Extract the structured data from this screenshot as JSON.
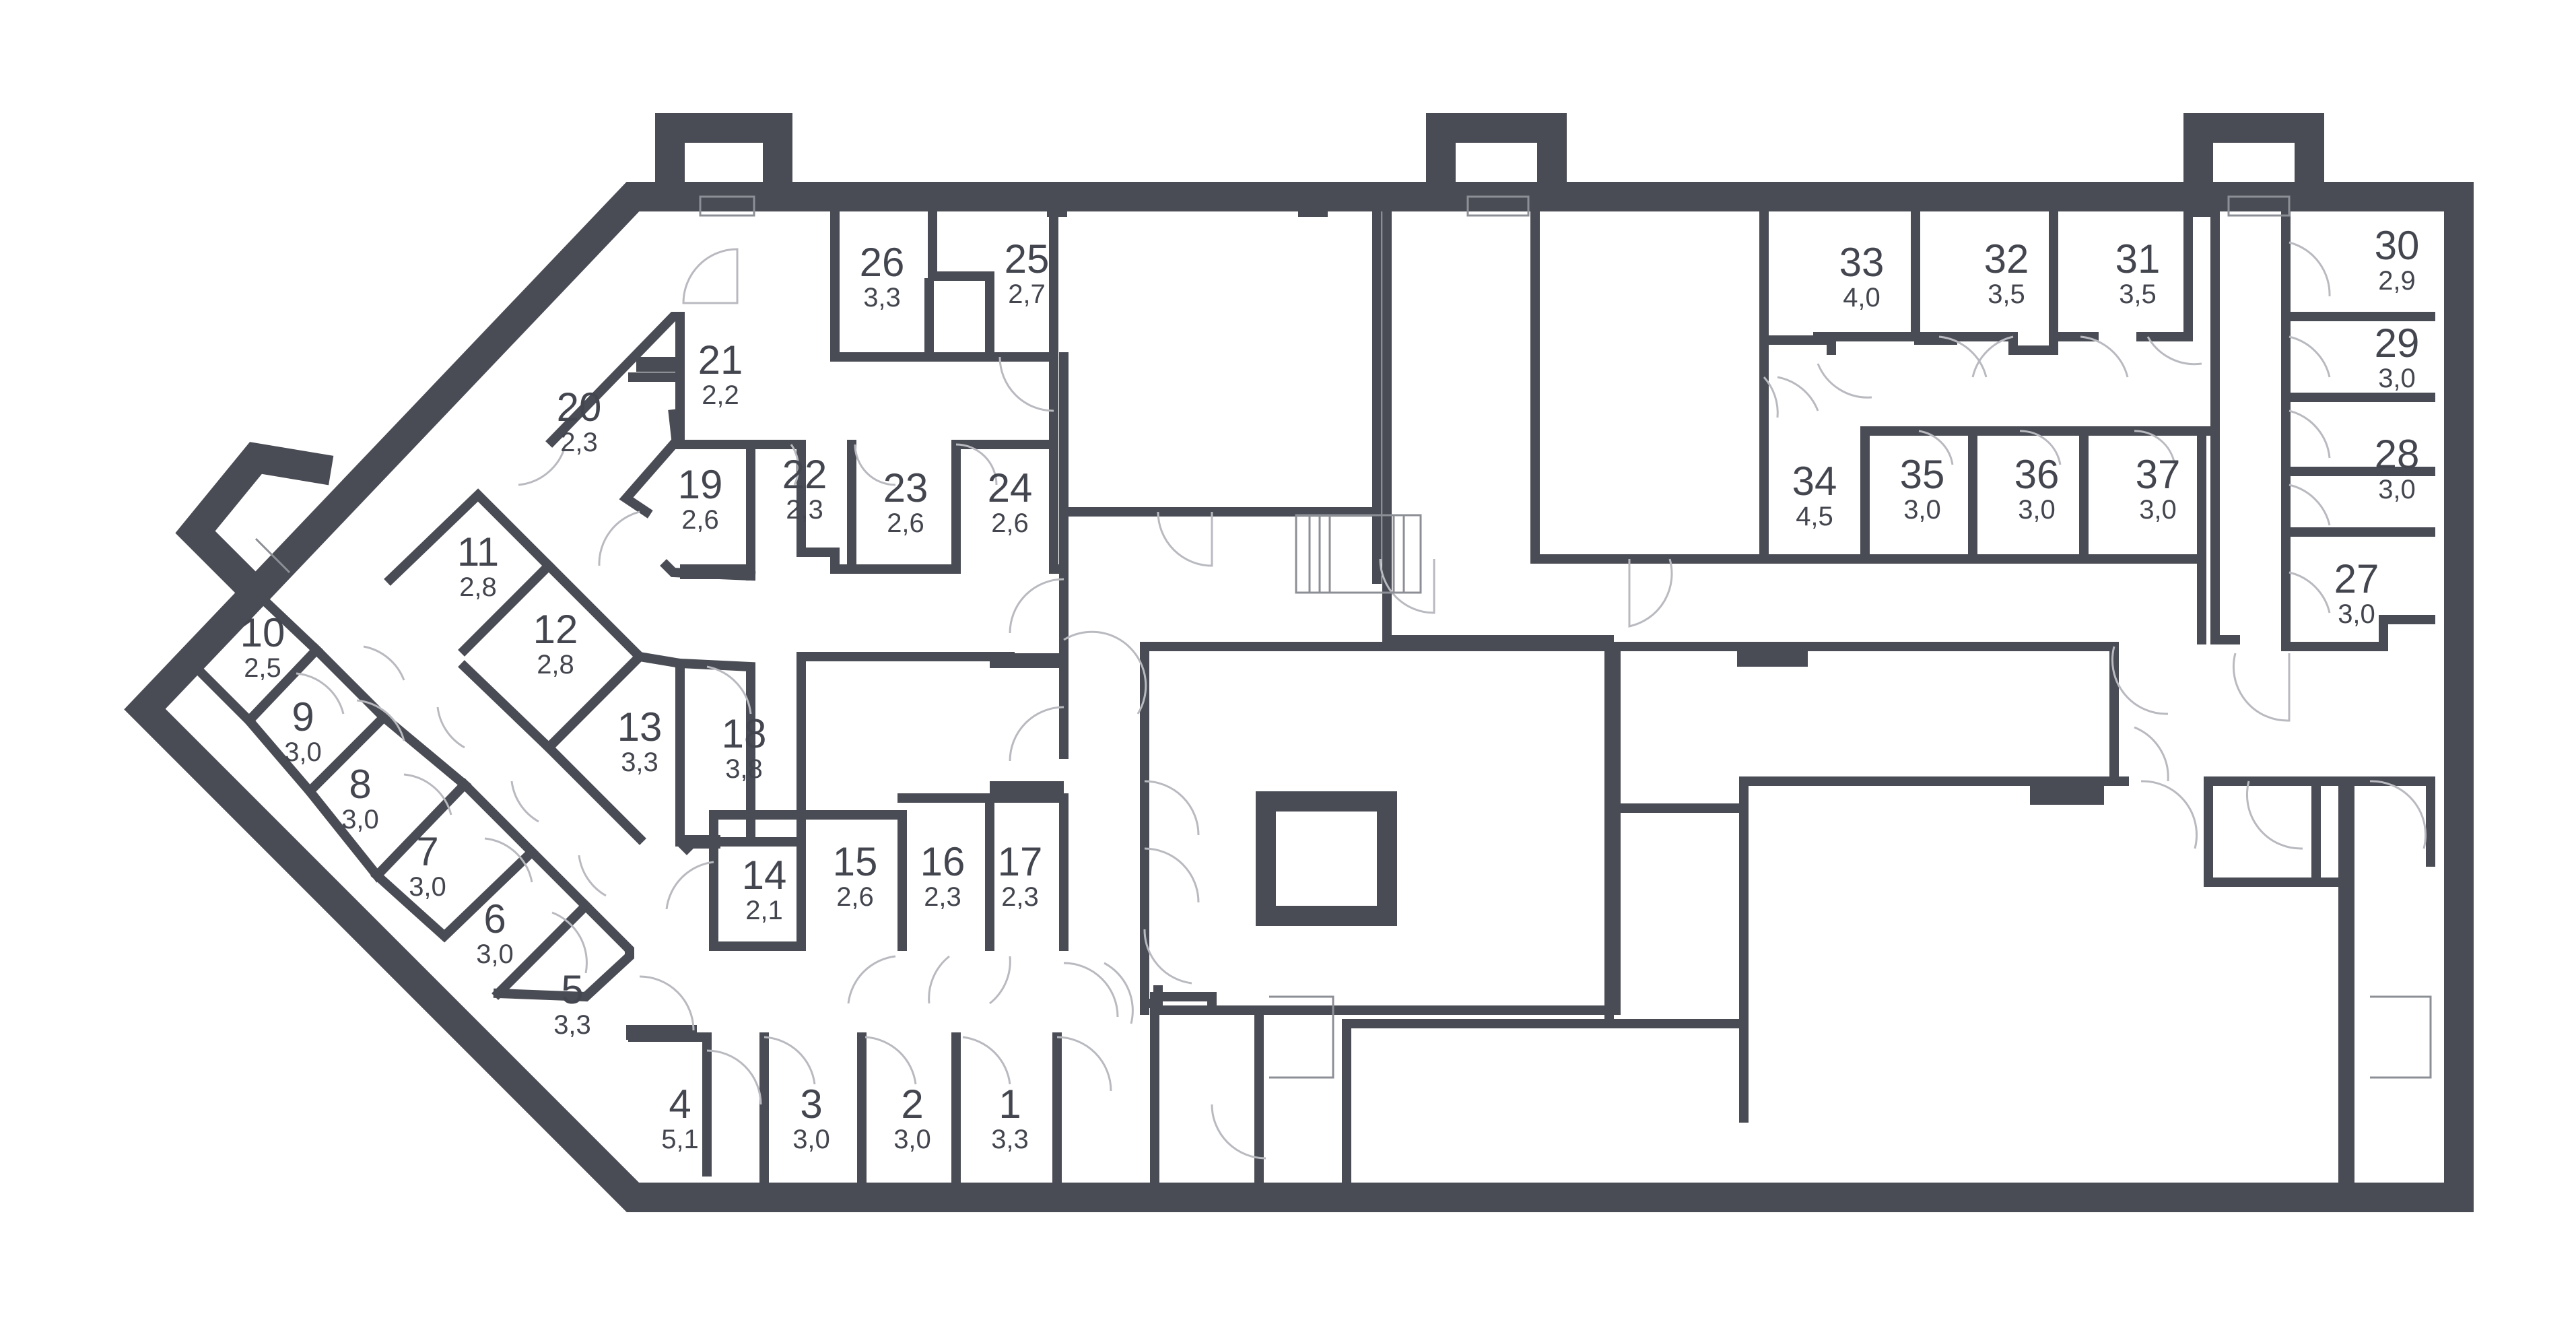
{
  "colors": {
    "wall": "#4a4c55",
    "text": "#44464f",
    "door": "#b9bac0",
    "background": "#ffffff"
  },
  "units": [
    {
      "num": "1",
      "area": "3,3"
    },
    {
      "num": "2",
      "area": "3,0"
    },
    {
      "num": "3",
      "area": "3,0"
    },
    {
      "num": "4",
      "area": "5,1"
    },
    {
      "num": "5",
      "area": "3,3"
    },
    {
      "num": "6",
      "area": "3,0"
    },
    {
      "num": "7",
      "area": "3,0"
    },
    {
      "num": "8",
      "area": "3,0"
    },
    {
      "num": "9",
      "area": "3,0"
    },
    {
      "num": "10",
      "area": "2,5"
    },
    {
      "num": "11",
      "area": "2,8"
    },
    {
      "num": "12",
      "area": "2,8"
    },
    {
      "num": "13",
      "area": "3,3"
    },
    {
      "num": "14",
      "area": "2,1"
    },
    {
      "num": "15",
      "area": "2,6"
    },
    {
      "num": "16",
      "area": "2,3"
    },
    {
      "num": "17",
      "area": "2,3"
    },
    {
      "num": "18",
      "area": "3,8"
    },
    {
      "num": "19",
      "area": "2,6"
    },
    {
      "num": "20",
      "area": "2,3"
    },
    {
      "num": "21",
      "area": "2,2"
    },
    {
      "num": "22",
      "area": "2,3"
    },
    {
      "num": "23",
      "area": "2,6"
    },
    {
      "num": "24",
      "area": "2,6"
    },
    {
      "num": "25",
      "area": "2,7"
    },
    {
      "num": "26",
      "area": "3,3"
    },
    {
      "num": "27",
      "area": "3,0"
    },
    {
      "num": "28",
      "area": "3,0"
    },
    {
      "num": "29",
      "area": "3,0"
    },
    {
      "num": "30",
      "area": "2,9"
    },
    {
      "num": "31",
      "area": "3,5"
    },
    {
      "num": "32",
      "area": "3,5"
    },
    {
      "num": "33",
      "area": "4,0"
    },
    {
      "num": "34",
      "area": "4,5"
    },
    {
      "num": "35",
      "area": "3,0"
    },
    {
      "num": "36",
      "area": "3,0"
    },
    {
      "num": "37",
      "area": "3,0"
    }
  ]
}
